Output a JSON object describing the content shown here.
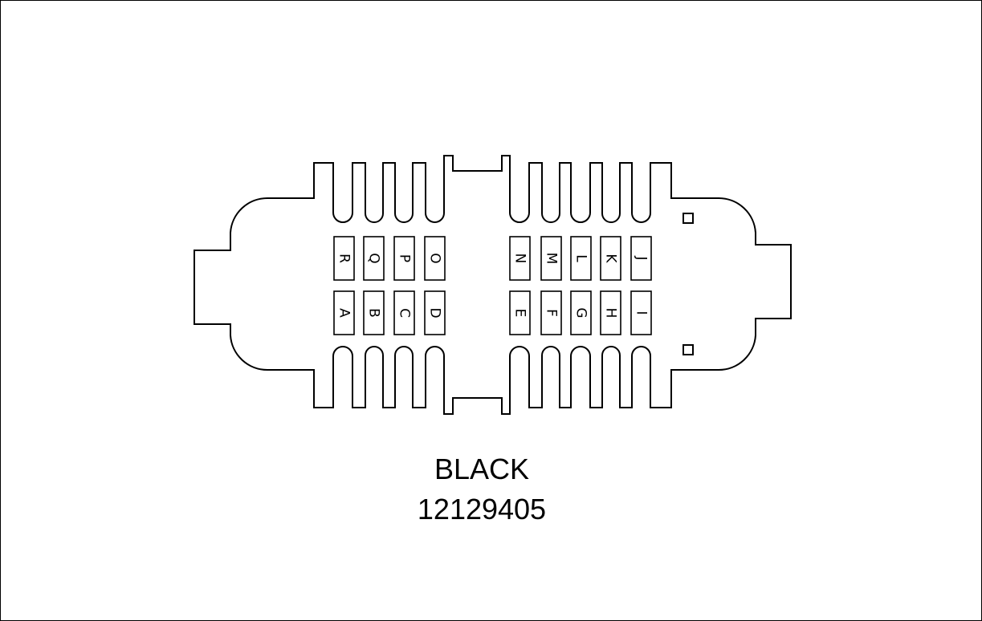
{
  "connector": {
    "color": "BLACK",
    "part_number": "12129405",
    "pins_top_row": [
      "R",
      "Q",
      "P",
      "O",
      "N",
      "M",
      "L",
      "K",
      "J"
    ],
    "pins_bottom_row": [
      "A",
      "B",
      "C",
      "D",
      "E",
      "F",
      "G",
      "H",
      "I"
    ]
  }
}
